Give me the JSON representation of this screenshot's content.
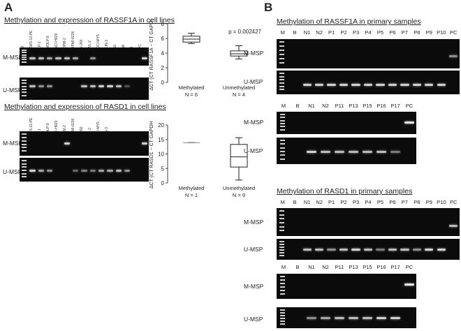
{
  "panelA": {
    "letter": "A",
    "rassf1a_title": "Methylation and expression of RASSF1A in cell lines",
    "rasd1_title": "Methylation and expression of RASD1 in cell lines",
    "cell_lines": [
      "M",
      "KMS-12-PE",
      "LP-1",
      "MOLP-8",
      "NCI-H929",
      "OPM-2",
      "RPMI-8226",
      "U-266",
      "WL-2",
      "OCI-MY5",
      "JJN-3",
      "N1",
      "N6",
      "B",
      "PC"
    ],
    "row_labels": {
      "m": "M-MSP",
      "u": "U-MSP"
    }
  },
  "panelB": {
    "letter": "B",
    "rassf1a_title": "Methylation of RASSF1A in primary samples",
    "rasd1_title": "Methylation of RASD1 in primary samples",
    "lanes_set1": [
      "M",
      "B",
      "N1",
      "N2",
      "P1",
      "P2",
      "P3",
      "P4",
      "P5",
      "P6",
      "P7",
      "P8",
      "P9",
      "P10",
      "PC"
    ],
    "lanes_set2": [
      "M",
      "B",
      "N1",
      "N2",
      "P11",
      "P13",
      "P15",
      "P16",
      "P17",
      "PC"
    ],
    "row_labels": {
      "m": "M-MSP",
      "u": "U-MSP"
    }
  },
  "chart_data": [
    {
      "type": "boxplot",
      "title": "",
      "ylabel": "ΔCT (CT RASSF1A − CT GAPDH)",
      "ylim": [
        0,
        8
      ],
      "yticks": [
        0,
        2,
        4,
        6,
        8
      ],
      "annotation": "p = 0.002427",
      "categories": [
        "Methylated",
        "Unmethylated"
      ],
      "category_ns": [
        "N = 6",
        "N = 4"
      ],
      "boxes": [
        {
          "min": 5.3,
          "q1": 5.5,
          "median": 5.9,
          "q3": 6.3,
          "max": 6.7
        },
        {
          "min": 3.2,
          "q1": 3.6,
          "median": 3.9,
          "q3": 4.3,
          "max": 5.0
        }
      ]
    },
    {
      "type": "boxplot",
      "title": "",
      "ylabel": "ΔCT (CT RASD1 − CT GAPDH)",
      "ylim": [
        0,
        20
      ],
      "yticks": [
        0,
        5,
        10,
        15,
        20
      ],
      "categories": [
        "Methylated",
        "Unmethylated"
      ],
      "category_ns": [
        "N = 1",
        "N = 9"
      ],
      "boxes": [
        {
          "min": 13.9,
          "q1": 13.9,
          "median": 13.9,
          "q3": 13.9,
          "max": 13.9
        },
        {
          "min": 1.0,
          "q1": 5.5,
          "median": 9.0,
          "q3": 13.3,
          "max": 15.6
        }
      ]
    }
  ]
}
